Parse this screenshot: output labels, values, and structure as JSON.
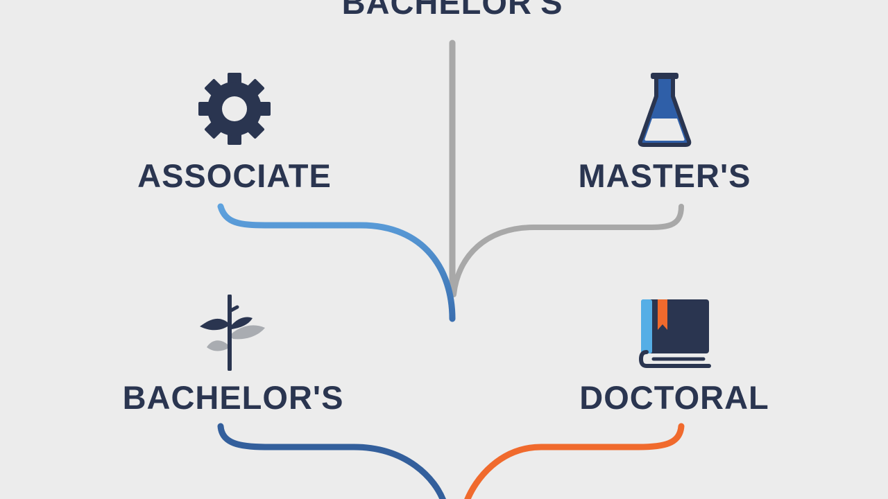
{
  "diagram": {
    "top_label": "BACHELOR'S",
    "nodes": [
      {
        "id": "associate",
        "label": "ASSOCIATE",
        "icon": "gear-icon",
        "color": "#5a9bd8"
      },
      {
        "id": "masters",
        "label": "MASTER'S",
        "icon": "flask-icon",
        "color": "#a8a8a8"
      },
      {
        "id": "bachelors",
        "label": "BACHELOR'S",
        "icon": "plant-icon",
        "color": "#3668a8"
      },
      {
        "id": "doctoral",
        "label": "DOCTORAL",
        "icon": "book-icon",
        "color": "#f06a2d"
      }
    ]
  },
  "colors": {
    "background": "#ececec",
    "text": "#2a3550",
    "trunk": "#a8a8a8",
    "trunk_lower": "#3563a0"
  }
}
